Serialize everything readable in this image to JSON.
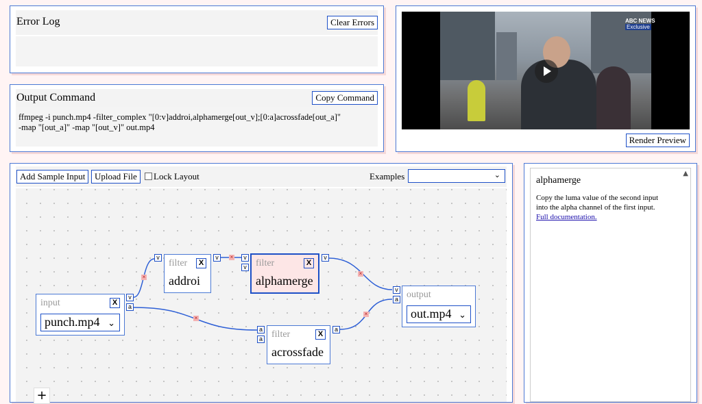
{
  "error_log": {
    "title": "Error Log",
    "clear_label": "Clear Errors"
  },
  "output_command": {
    "title": "Output Command",
    "copy_label": "Copy Command",
    "line1": "ffmpeg -i punch.mp4 -filter_complex \"[0:v]addroi,alphamerge[out_v];[0:a]acrossfade[out_a]\"",
    "line2": "-map \"[out_a]\" -map \"[out_v]\" out.mp4"
  },
  "preview": {
    "logo_brand": "ABC NEWS",
    "logo_tag": "Exclusive",
    "render_label": "Render Preview"
  },
  "toolbar": {
    "add_sample_label": "Add Sample Input",
    "upload_label": "Upload File",
    "lock_label": "Lock Layout",
    "examples_label": "Examples",
    "examples_value": ""
  },
  "graph": {
    "close_label": "X",
    "chevron": "⌄",
    "zoom_label": "+",
    "nodes": {
      "input": {
        "type": "input",
        "name": "punch.mp4"
      },
      "addroi": {
        "type": "filter",
        "name": "addroi"
      },
      "alphamerge": {
        "type": "filter",
        "name": "alphamerge"
      },
      "acrossfade": {
        "type": "filter",
        "name": "acrossfade"
      },
      "output": {
        "type": "output",
        "name": "out.mp4"
      }
    },
    "ports": {
      "video": "v",
      "audio": "a"
    },
    "remove_mark": "×"
  },
  "docs": {
    "title": "alphamerge",
    "description": "Copy the luma value of the second input into the alpha channel of the first input.",
    "link_label": "Full documentation."
  },
  "colors": {
    "accent": "#1c4fc7",
    "border": "#4a78d4",
    "wire": "#2d5fd6",
    "selected_bg": "#fde6e6",
    "remove_mark_bg": "#f4b3b3"
  }
}
